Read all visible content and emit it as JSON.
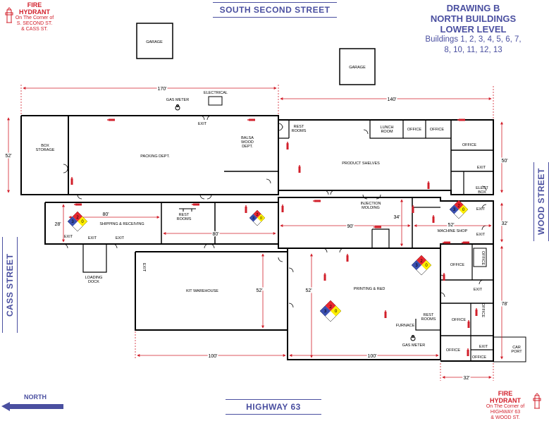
{
  "title": {
    "line1": "DRAWING B",
    "line2": "NORTH BUILDINGS",
    "line3": "LOWER LEVEL",
    "line4": "Buildings 1, 2, 3, 4, 5, 6, 7,",
    "line5": "8, 10, 11, 12, 13"
  },
  "streets": {
    "top": "SOUTH SECOND STREET",
    "bottom": "HIGHWAY 63",
    "left": "CASS STREET",
    "right": "WOOD STREET"
  },
  "north_label": "NORTH",
  "hydrant_top": {
    "title": "FIRE HYDRANT",
    "line1": "On The Corner of",
    "line2": "S. SECOND ST.",
    "line3": "& CASS ST."
  },
  "hydrant_bottom": {
    "title": "FIRE HYDRANT",
    "line1": "On The Corner of",
    "line2": "HIGHWAY 63",
    "line3": "& WOOD ST."
  },
  "rooms": {
    "garage": "GARAGE",
    "box_storage_1": "BOX",
    "box_storage_2": "STORAGE",
    "packing": "PACKING DEPT.",
    "balsa_1": "BALSA",
    "balsa_2": "WOOD",
    "balsa_3": "DEPT.",
    "rest_rooms_1": "REST",
    "rest_rooms_2": "ROOMS",
    "lunch_1": "LUNCH",
    "lunch_2": "ROOM",
    "office": "OFFICE",
    "product_shelves": "PRODUCT SHELVES",
    "elect_box_1": "ELECT",
    "elect_box_2": "BOX",
    "shipping": "SHIPPING & RECEIVING",
    "injection_1": "INJECTION",
    "injection_2": "MOLDING",
    "machine_shop": "MACHINE SHOP",
    "loading_1": "LOADING",
    "loading_2": "DOCK",
    "kit_warehouse": "KIT WAREHOUSE",
    "printing": "PRINTING & R&D",
    "furnace": "FURNACE",
    "car_1": "CAR",
    "car_2": "PORT",
    "electrical": "ELECTRICAL",
    "gas_meter": "GAS METER",
    "exit": "EXIT"
  },
  "dims": {
    "d170": "170'",
    "d140": "140'",
    "d52": "52'",
    "d50": "50'",
    "d80": "80'",
    "d28": "28'",
    "d90": "90'",
    "d34": "34'",
    "d32": "32'",
    "d78": "78'",
    "d100": "100'"
  },
  "hazmat": {
    "top": "2",
    "left": "3",
    "right": "0"
  },
  "colors": {
    "street_blue": "#4a4fa0",
    "hydrant_red": "#d21f2a",
    "wall": "#000000",
    "dim_red": "#d21f2a",
    "hazmat_red": "#e8262f",
    "hazmat_blue": "#3a4fb0",
    "hazmat_yellow": "#ffee00"
  }
}
